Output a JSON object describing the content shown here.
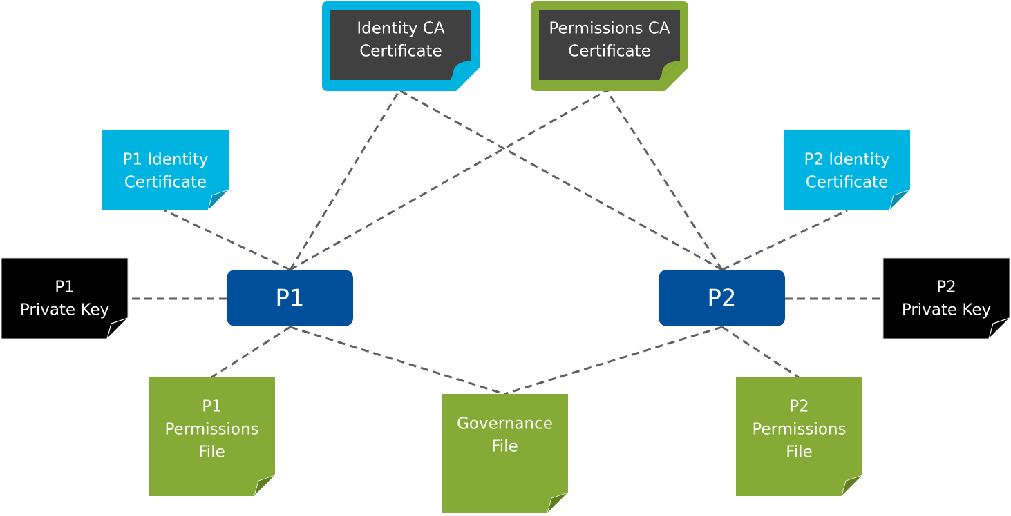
{
  "diagram": {
    "title": "DDS Security artifacts for participants P1 and P2",
    "colors": {
      "line": "#5f5f5f",
      "participant": "#004f9b",
      "identity": "#00b4e1",
      "identity_fold": "#0d8fb0",
      "permissions": "#85aa35",
      "permissions_fold": "#5f7f22",
      "ca_fill": "#404040",
      "key": "#000000",
      "text": "#ffffff"
    },
    "nodes": {
      "identity_ca": {
        "lines": [
          "Identity CA",
          "Certificate"
        ]
      },
      "permissions_ca": {
        "lines": [
          "Permissions CA",
          "Certificate"
        ]
      },
      "p1_identity": {
        "lines": [
          "P1 Identity",
          "Certificate"
        ]
      },
      "p2_identity": {
        "lines": [
          "P2 Identity",
          "Certificate"
        ]
      },
      "p1_key": {
        "lines": [
          "P1",
          "Private Key"
        ]
      },
      "p2_key": {
        "lines": [
          "P2",
          "Private Key"
        ]
      },
      "p1": {
        "lines": [
          "P1"
        ]
      },
      "p2": {
        "lines": [
          "P2"
        ]
      },
      "p1_permissions": {
        "lines": [
          "P1",
          "Permissions",
          "File"
        ]
      },
      "p2_permissions": {
        "lines": [
          "P2",
          "Permissions",
          "File"
        ]
      },
      "governance": {
        "lines": [
          "Governance",
          "File"
        ]
      }
    },
    "edges": [
      [
        "p1",
        "identity_ca"
      ],
      [
        "p1",
        "permissions_ca"
      ],
      [
        "p2",
        "identity_ca"
      ],
      [
        "p2",
        "permissions_ca"
      ],
      [
        "p1",
        "p1_identity"
      ],
      [
        "p2",
        "p2_identity"
      ],
      [
        "p1",
        "p1_key"
      ],
      [
        "p2",
        "p2_key"
      ],
      [
        "p1",
        "p1_permissions"
      ],
      [
        "p2",
        "p2_permissions"
      ],
      [
        "p1",
        "governance"
      ],
      [
        "p2",
        "governance"
      ]
    ]
  }
}
